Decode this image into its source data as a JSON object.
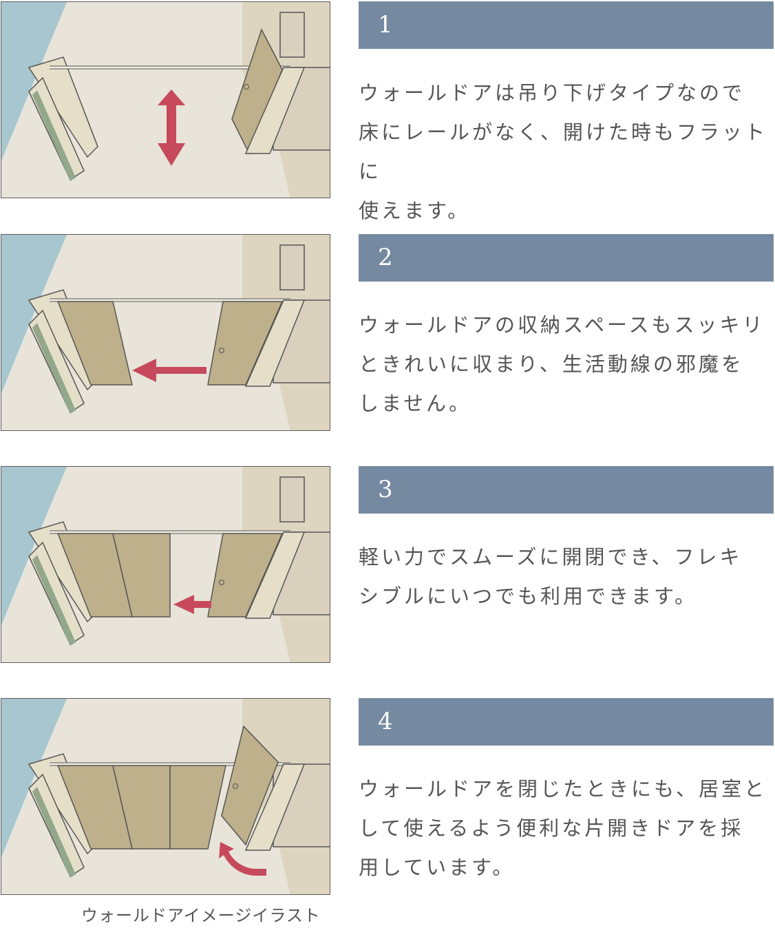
{
  "steps": [
    {
      "number": "1",
      "text": "ウォールドアは吊り下げタイプなので\n床にレールがなく、開けた時もフラットに\n使えます。",
      "arrow": "up-down-arrow",
      "door_state": "open"
    },
    {
      "number": "2",
      "text": "ウォールドアの収納スペースもスッキリ\nときれいに収まり、生活動線の邪魔を\nしません。",
      "arrow": "left-arrow",
      "door_state": "sliding-1"
    },
    {
      "number": "3",
      "text": "軽い力でスムーズに開閉でき、フレキ\nシブルにいつでも利用できます。",
      "arrow": "left-arrow",
      "door_state": "sliding-2"
    },
    {
      "number": "4",
      "text": "ウォールドアを閉じたときにも、居室と\nして使えるよう便利な片開きドアを採\n用しています。",
      "arrow": "curved-arrow",
      "door_state": "closed"
    }
  ],
  "caption": "ウォールドアイメージイラスト",
  "colors": {
    "number_bar": "#758aa1",
    "arrow": "#c64a5c",
    "wall_blue": "#a7c6cf",
    "floor": "#e8e4d9",
    "door": "#bdb08a",
    "wall_panel": "#d9d1bd"
  }
}
